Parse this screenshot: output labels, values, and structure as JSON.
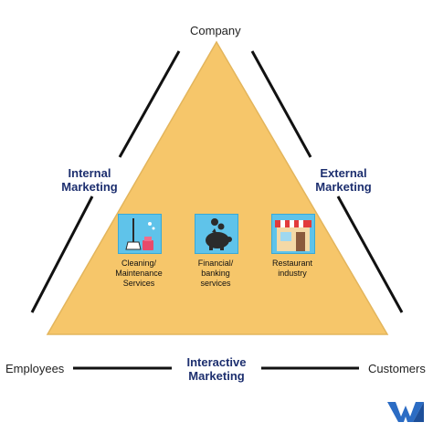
{
  "vertices": {
    "company": "Company",
    "employees": "Employees",
    "customers": "Customers"
  },
  "marketing": {
    "internal": [
      "Internal",
      "Marketing"
    ],
    "external": [
      "External",
      "Marketing"
    ],
    "interactive": [
      "Interactive",
      "Marketing"
    ]
  },
  "services": [
    {
      "lines": [
        "Cleaning/",
        "Maintenance",
        "Services"
      ],
      "icon": "cleaning-icon"
    },
    {
      "lines": [
        "Financial/",
        "banking",
        "services"
      ],
      "icon": "piggy-bank-icon"
    },
    {
      "lines": [
        "Restaurant",
        "industry"
      ],
      "icon": "storefront-icon"
    }
  ],
  "colors": {
    "triangle_fill": "#f6c66a",
    "triangle_stroke": "#e3b55c",
    "heading": "#1d2f6f",
    "icon_bg": "#5fc3ea",
    "logo": "#2b6cc4"
  }
}
